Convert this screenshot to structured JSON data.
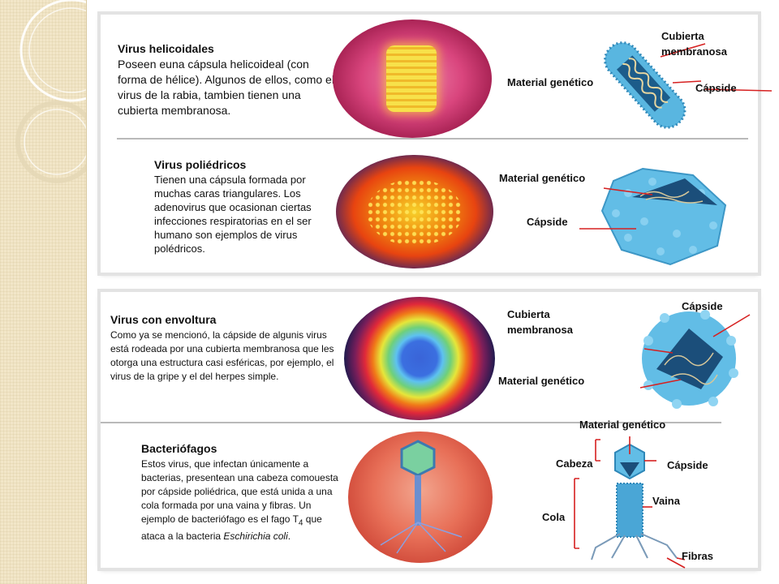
{
  "sections": {
    "helicoidales": {
      "title": "Virus helicoidales",
      "text": "Poseen euna cápsula helicoideal (con forma de hélice). Algunos de ellos, como el virus de la rabia, tambien tienen una cubierta membranosa.",
      "labels": {
        "cubierta_1": "Cubierta",
        "cubierta_2": "membranosa",
        "material": "Material genético",
        "capside": "Cápside"
      }
    },
    "poliedricos": {
      "title": "Virus poliédricos",
      "text": "Tienen una cápsula formada por muchas caras triangulares. Los adenovirus que ocasionan ciertas infecciones respiratorias en el ser humano son ejemplos de virus polédricos.",
      "labels": {
        "material": "Material genético",
        "capside": "Cápside"
      }
    },
    "envoltura": {
      "title": "Virus con envoltura",
      "text": "Como ya se mencionó, la cápside de algunis virus está rodeada por una cubierta membranosa que les otorga una estructura casi esféricas, por ejemplo, el virus de la gripe y el del herpes simple.",
      "labels": {
        "capside": "Cápside",
        "cubierta_1": "Cubierta",
        "cubierta_2": "membranosa",
        "material": "Material genético"
      }
    },
    "bacteriofagos": {
      "title": "Bacteriófagos",
      "text_main": "Estos virus, que infectan únicamente a bacterias, presentean una cabeza comouesta por cápside poliédrica, que está unida a una cola formada por una vaina y fibras. Un ejemplo de bacteriófago es el fago T",
      "text_sub": "4",
      "text_after": " que ataca a la bacteria ",
      "text_italic": "Eschirichia coli",
      "text_end": ".",
      "labels": {
        "material": "Material genético",
        "cabeza": "Cabeza",
        "capside": "Cápside",
        "vaina": "Vaina",
        "cola": "Cola",
        "fibras": "Fibras"
      }
    }
  }
}
